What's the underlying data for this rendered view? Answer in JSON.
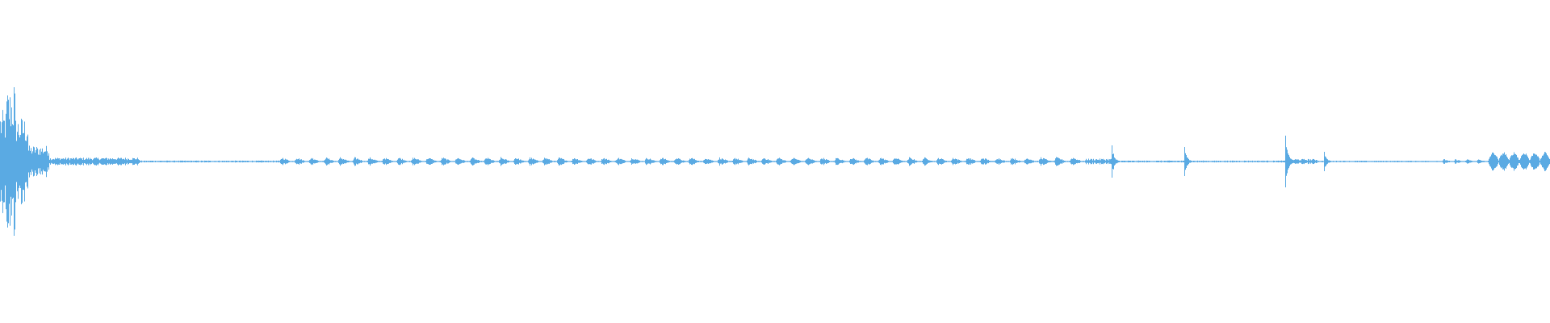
{
  "waveform": {
    "color": "#5aaae3",
    "background": "#ffffff",
    "amplitude_scale": 1.0,
    "segments": [
      {
        "t0": 0.0,
        "t1": 0.004,
        "amp": 0.32,
        "kind": "noise"
      },
      {
        "t0": 0.004,
        "t1": 0.01,
        "amp": 0.46,
        "kind": "noise"
      },
      {
        "t0": 0.01,
        "t1": 0.018,
        "amp": 0.28,
        "kind": "noise"
      },
      {
        "t0": 0.018,
        "t1": 0.032,
        "amp": 0.1,
        "kind": "noise"
      },
      {
        "t0": 0.032,
        "t1": 0.09,
        "amp": 0.025,
        "kind": "noise"
      },
      {
        "t0": 0.09,
        "t1": 0.18,
        "amp": 0.006,
        "kind": "noise"
      },
      {
        "t0": 0.18,
        "t1": 0.67,
        "amp": 0.028,
        "kind": "pulses",
        "count": 52
      },
      {
        "t0": 0.67,
        "t1": 0.7,
        "amp": 0.03,
        "kind": "pulses",
        "count": 3
      },
      {
        "t0": 0.7,
        "t1": 0.72,
        "amp": 0.018,
        "kind": "noise"
      },
      {
        "t0": 0.72,
        "t1": 0.765,
        "amp": 0.006,
        "kind": "noise"
      },
      {
        "t0": 0.765,
        "t1": 0.83,
        "amp": 0.006,
        "kind": "noise"
      },
      {
        "t0": 0.83,
        "t1": 0.85,
        "amp": 0.016,
        "kind": "noise"
      },
      {
        "t0": 0.85,
        "t1": 0.93,
        "amp": 0.005,
        "kind": "noise"
      },
      {
        "t0": 0.93,
        "t1": 0.96,
        "amp": 0.016,
        "kind": "pulses",
        "count": 4
      },
      {
        "t0": 0.96,
        "t1": 1.0,
        "amp": 0.06,
        "kind": "bursts",
        "count": 6
      }
    ],
    "spikes": [
      {
        "t": 0.009,
        "amp": 0.46
      },
      {
        "t": 0.0095,
        "amp": 0.38
      },
      {
        "t": 0.717,
        "amp": 0.1
      },
      {
        "t": 0.764,
        "amp": 0.09
      },
      {
        "t": 0.829,
        "amp": 0.16
      },
      {
        "t": 0.854,
        "amp": 0.06
      }
    ]
  }
}
